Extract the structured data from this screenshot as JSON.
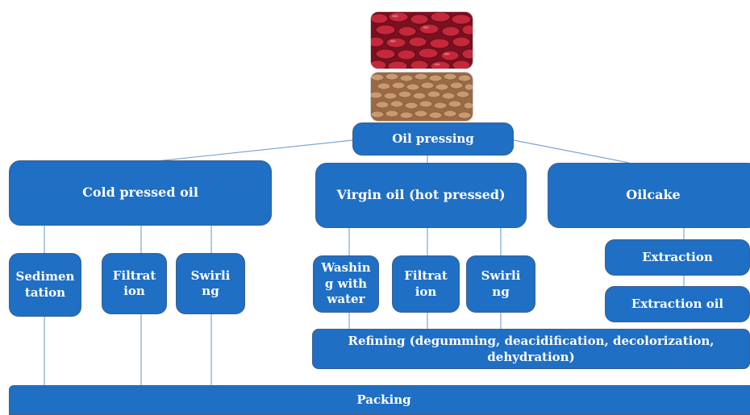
{
  "diagram": {
    "nodes": {
      "oil_pressing": "Oil pressing",
      "cold_pressed_oil": "Cold pressed oil",
      "virgin_oil": "Virgin oil (hot pressed)",
      "oilcake": "Oilcake",
      "cold_sedimentation": "Sedimen\ntation",
      "cold_filtration": "Filtrat\nion",
      "cold_swirling": "Swirli\nng",
      "virgin_washing": "Washin\ng with\nwater",
      "virgin_filtration": "Filtrat\nion",
      "virgin_swirling": "Swirli\nng",
      "extraction": "Extraction",
      "extraction_oil": "Extraction oil",
      "refining": "Refining (degumming, deacidification, decolorization,\ndehydration)",
      "packing": "Packing"
    },
    "images": {
      "top_photo": "red-seeds-photo",
      "bottom_photo": "almond-seeds-photo"
    },
    "colors": {
      "box_fill": "#1f6fc4",
      "box_border": "#3b5f8f",
      "line": "#7fa6d1"
    }
  }
}
